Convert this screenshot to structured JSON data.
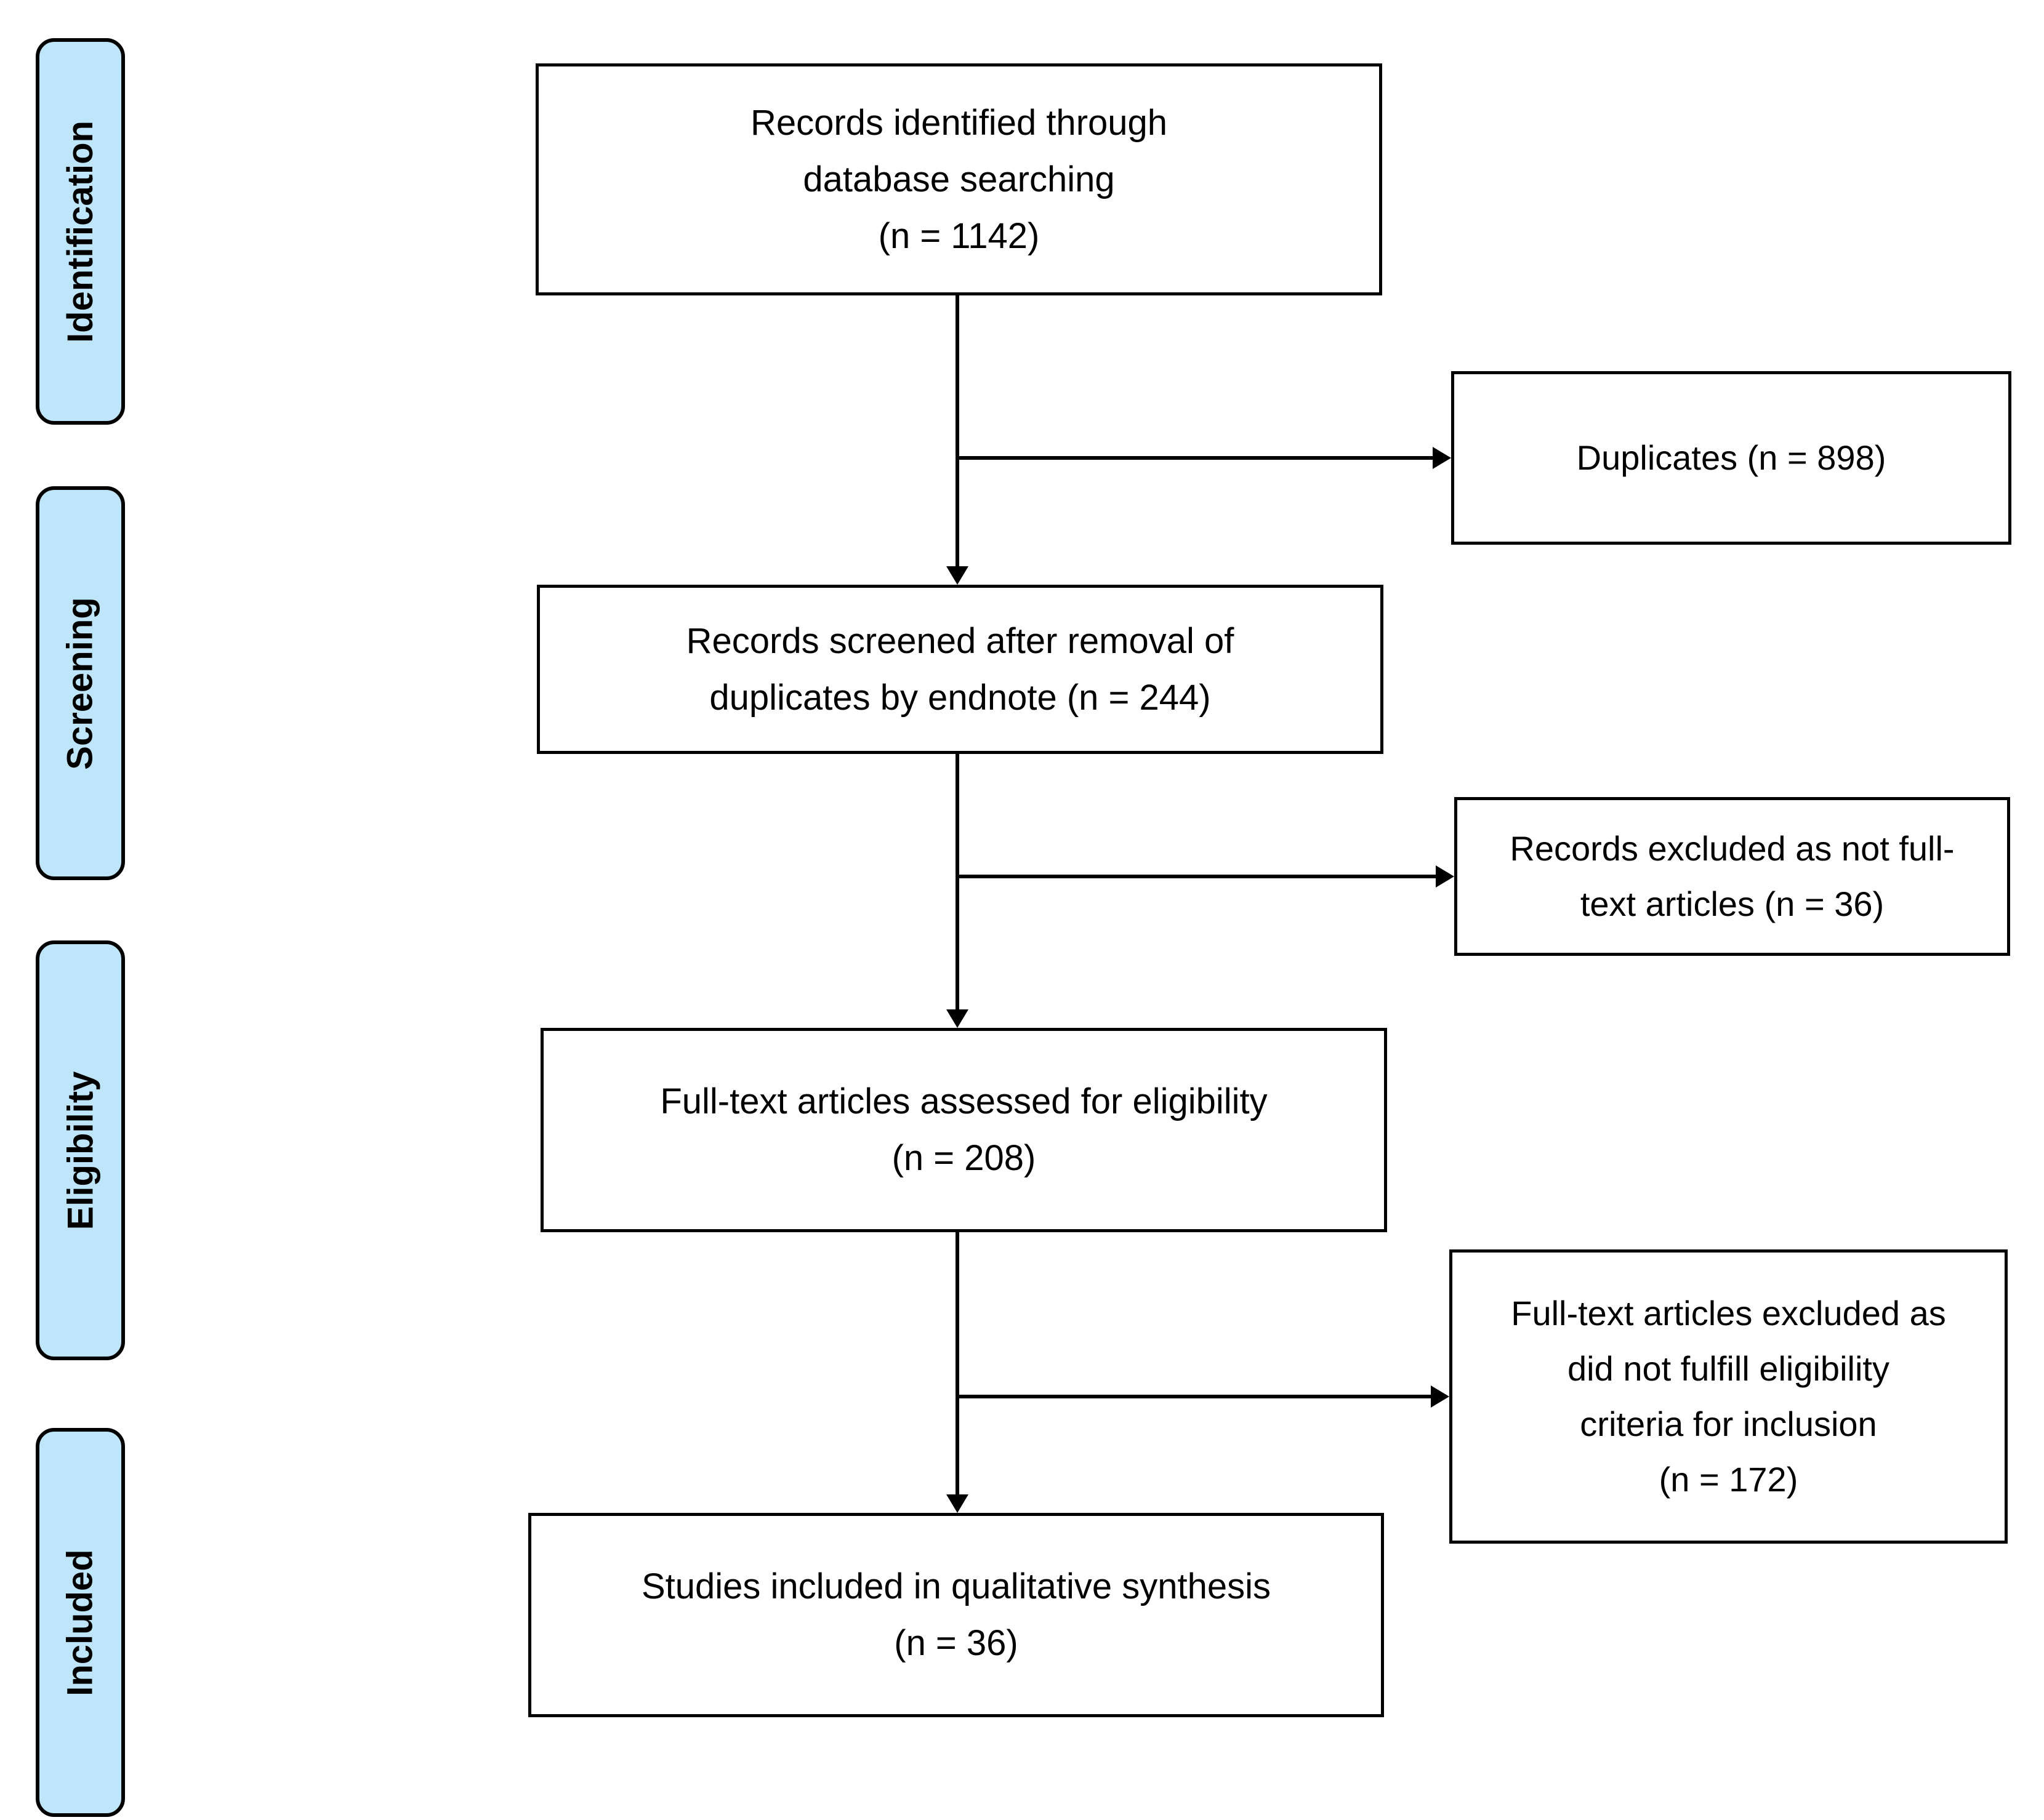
{
  "colors": {
    "stage_fill": "#BEE5F9",
    "border": "#000000",
    "background": "#FFFFFF",
    "text": "#000000"
  },
  "sidebar": {
    "stages": [
      {
        "label": "Identification"
      },
      {
        "label": "Screening"
      },
      {
        "label": "Eligibility"
      },
      {
        "label": "Included"
      }
    ]
  },
  "flow": {
    "main": [
      {
        "id": "identified",
        "n": 1142,
        "lines": [
          "Records identified through",
          "database searching",
          "(n = 1142)"
        ]
      },
      {
        "id": "screened",
        "n": 244,
        "lines": [
          "Records screened after removal of",
          "duplicates by endnote (n = 244)"
        ]
      },
      {
        "id": "fulltext",
        "n": 208,
        "lines": [
          "Full-text articles assessed for eligibility",
          "(n = 208)"
        ]
      },
      {
        "id": "included",
        "n": 36,
        "lines": [
          "Studies included in qualitative synthesis",
          "(n = 36)"
        ]
      }
    ],
    "excluded": [
      {
        "id": "duplicates",
        "n": 898,
        "lines": [
          "Duplicates  (n = 898)"
        ]
      },
      {
        "id": "not-fulltext",
        "n": 36,
        "lines": [
          "Records excluded as not full-",
          "text articles (n = 36)"
        ]
      },
      {
        "id": "criteria",
        "n": 172,
        "lines": [
          "Full-text articles excluded as",
          "did not fulfill eligibility",
          "criteria for inclusion",
          "(n = 172)"
        ]
      }
    ]
  }
}
